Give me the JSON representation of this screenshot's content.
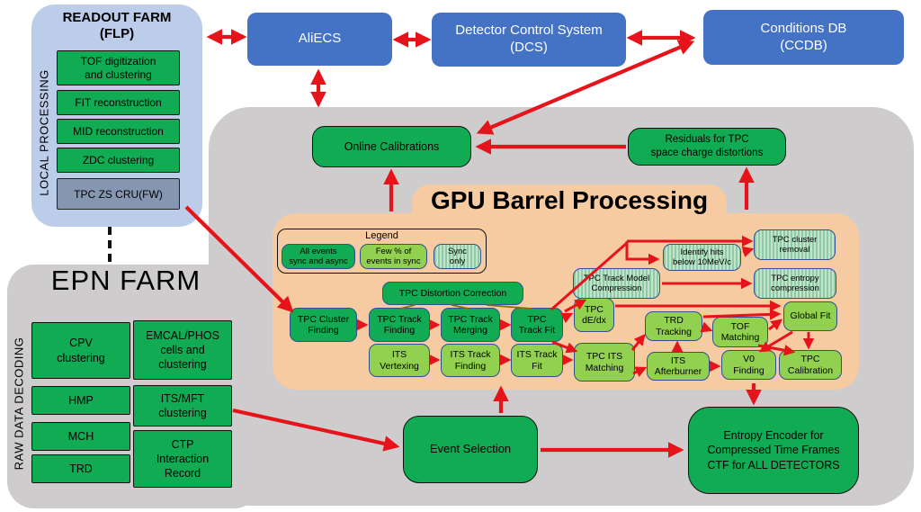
{
  "palette": {
    "red_arrow": "#e6131a",
    "dark_green": "#10ab53",
    "light_green": "#92d050",
    "striped_green": "#c2e4cc",
    "blue": "#4472c4",
    "panel_blue": "#bccdea",
    "panel_gray": "#cecccc",
    "barrel_orange": "#f6cba2",
    "olive_connector": "#8a6d00"
  },
  "top_row": {
    "aliecs": "AliECS",
    "dcs": "Detector Control System\n(DCS)",
    "ccdb": "Conditions DB\n(CCDB)"
  },
  "readout_farm": {
    "title": "READOUT FARM",
    "subtitle": "(FLP)",
    "side_label": "LOCAL PROCESSING",
    "boxes": [
      {
        "label": "TOF digitization\nand clustering"
      },
      {
        "label": "FIT reconstruction"
      },
      {
        "label": "MID reconstruction"
      },
      {
        "label": "ZDC  clustering"
      },
      {
        "label": "TPC ZS CRU(FW)"
      }
    ]
  },
  "epn_farm": {
    "title": "EPN FARM",
    "side_label": "RAW DATA DECODING",
    "left_boxes": [
      {
        "label": "CPV\nclustering"
      },
      {
        "label": "HMP"
      },
      {
        "label": "MCH"
      },
      {
        "label": "TRD"
      }
    ],
    "right_boxes": [
      {
        "label": "EMCAL/PHOS\ncells and\nclustering"
      },
      {
        "label": "ITS/MFT\nclustering"
      },
      {
        "label": "CTP\nInteraction\nRecord"
      }
    ]
  },
  "central": {
    "online_calibrations": "Online Calibrations",
    "residuals": "Residuals for TPC\nspace charge distortions",
    "event_selection": "Event Selection",
    "entropy_encoder": "Entropy Encoder for\nCompressed Time Frames\nCTF for ALL DETECTORS"
  },
  "gpu_barrel": {
    "title": "GPU Barrel Processing",
    "legend": {
      "title": "Legend",
      "items": [
        {
          "label": "All events\nsync and async"
        },
        {
          "label": "Few % of\nevents in sync"
        },
        {
          "label": "Sync\nonly"
        }
      ]
    },
    "nodes": [
      {
        "label": "TPC Distortion Correction"
      },
      {
        "label": "TPC Cluster\nFinding"
      },
      {
        "label": "TPC Track\nFinding"
      },
      {
        "label": "TPC Track\nMerging"
      },
      {
        "label": "TPC\nTrack Fit"
      },
      {
        "label": "TPC\ndE/dx"
      },
      {
        "label": "ITS\nVertexing"
      },
      {
        "label": "ITS Track\nFinding"
      },
      {
        "label": "ITS Track\nFit"
      },
      {
        "label": "TPC ITS\nMatching"
      },
      {
        "label": "TRD\nTracking"
      },
      {
        "label": "TOF\nMatching"
      },
      {
        "label": "Global Fit"
      },
      {
        "label": "ITS\nAfterburner"
      },
      {
        "label": "V0\nFinding"
      },
      {
        "label": "TPC\nCalibration"
      },
      {
        "label": "Identify hits\nbelow 10MeV/c"
      },
      {
        "label": "TPC cluster\nremoval"
      },
      {
        "label": "TPC entropy\ncompression"
      },
      {
        "label": "TPC Track Model\nCompression"
      }
    ]
  }
}
